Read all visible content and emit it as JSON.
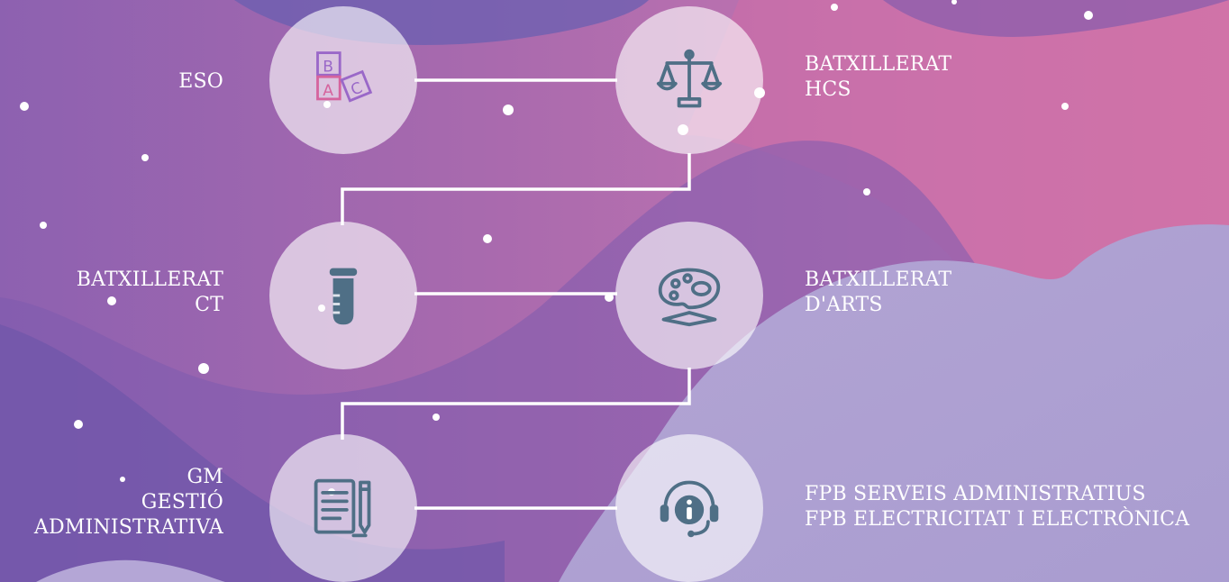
{
  "colors": {
    "line": "#ffffff",
    "icon": "#4f6f86",
    "accent_pink": "#d5649e",
    "accent_purple": "#8c58c8"
  },
  "nodes": [
    {
      "id": "eso",
      "icon": "abc-blocks-icon",
      "label_lines": [
        "ESO"
      ]
    },
    {
      "id": "hcs",
      "icon": "balance-scale-icon",
      "label_lines": [
        "BATXILLERAT",
        "HCS"
      ]
    },
    {
      "id": "ct",
      "icon": "test-tube-icon",
      "label_lines": [
        "BATXILLERAT",
        "CT"
      ]
    },
    {
      "id": "arts",
      "icon": "paint-palette-icon",
      "label_lines": [
        "BATXILLERAT",
        "D'ARTS"
      ]
    },
    {
      "id": "gm",
      "icon": "document-pencil-icon",
      "label_lines": [
        "GM",
        "GESTIÓ",
        "ADMINISTRATIVA"
      ]
    },
    {
      "id": "fpb",
      "icon": "headset-info-icon",
      "label_lines": [
        "FPB SERVEIS ADMINISTRATIUS",
        "FPB ELECTRICITAT I ELECTRÒNICA"
      ]
    }
  ]
}
